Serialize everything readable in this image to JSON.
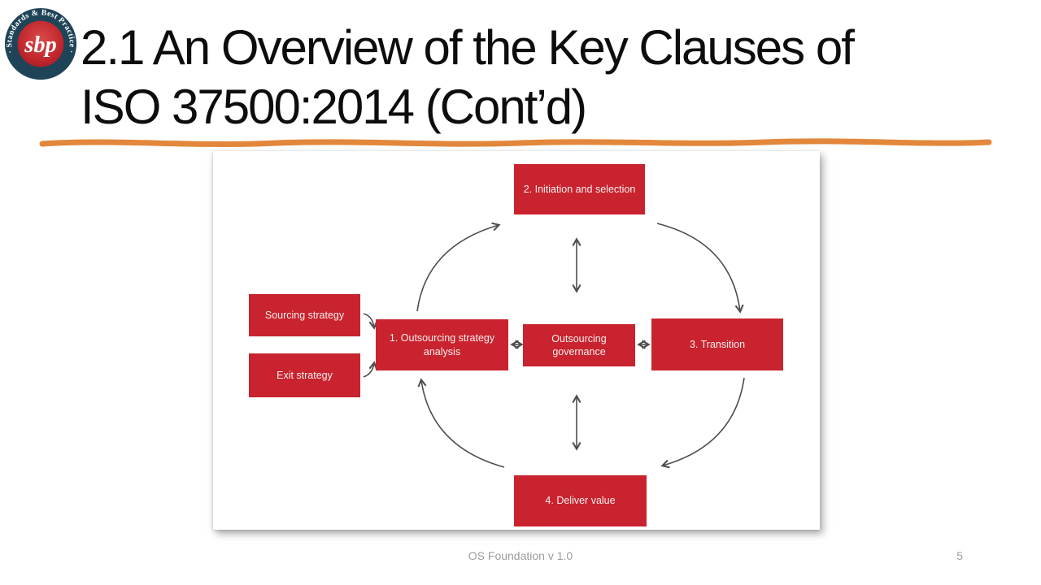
{
  "slide": {
    "title_line1": "2.1 An Overview of the Key Clauses of",
    "title_line2": "ISO 37500:2014 (Cont’d)",
    "footer": "OS Foundation v 1.0",
    "page_number": "5"
  },
  "logo": {
    "ring_text": "· Standards & Best Practice ·",
    "center_text": "sbp"
  },
  "colors": {
    "box_red": "#C8232E",
    "underline_orange": "#E2873B",
    "arrow_gray": "#4d4d4d",
    "logo_navy": "#1F4458",
    "logo_red": "#C1272D",
    "footer_gray": "#9C9C9C"
  },
  "diagram": {
    "nodes": [
      {
        "id": "initiation",
        "label": "2. Initiation and selection"
      },
      {
        "id": "sourcing",
        "label": "Sourcing strategy"
      },
      {
        "id": "exit",
        "label": "Exit strategy"
      },
      {
        "id": "analysis",
        "label": "1. Outsourcing strategy analysis"
      },
      {
        "id": "governance",
        "label": "Outsourcing governance"
      },
      {
        "id": "transition",
        "label": "3. Transition"
      },
      {
        "id": "deliver",
        "label": "4. Deliver value"
      }
    ]
  }
}
